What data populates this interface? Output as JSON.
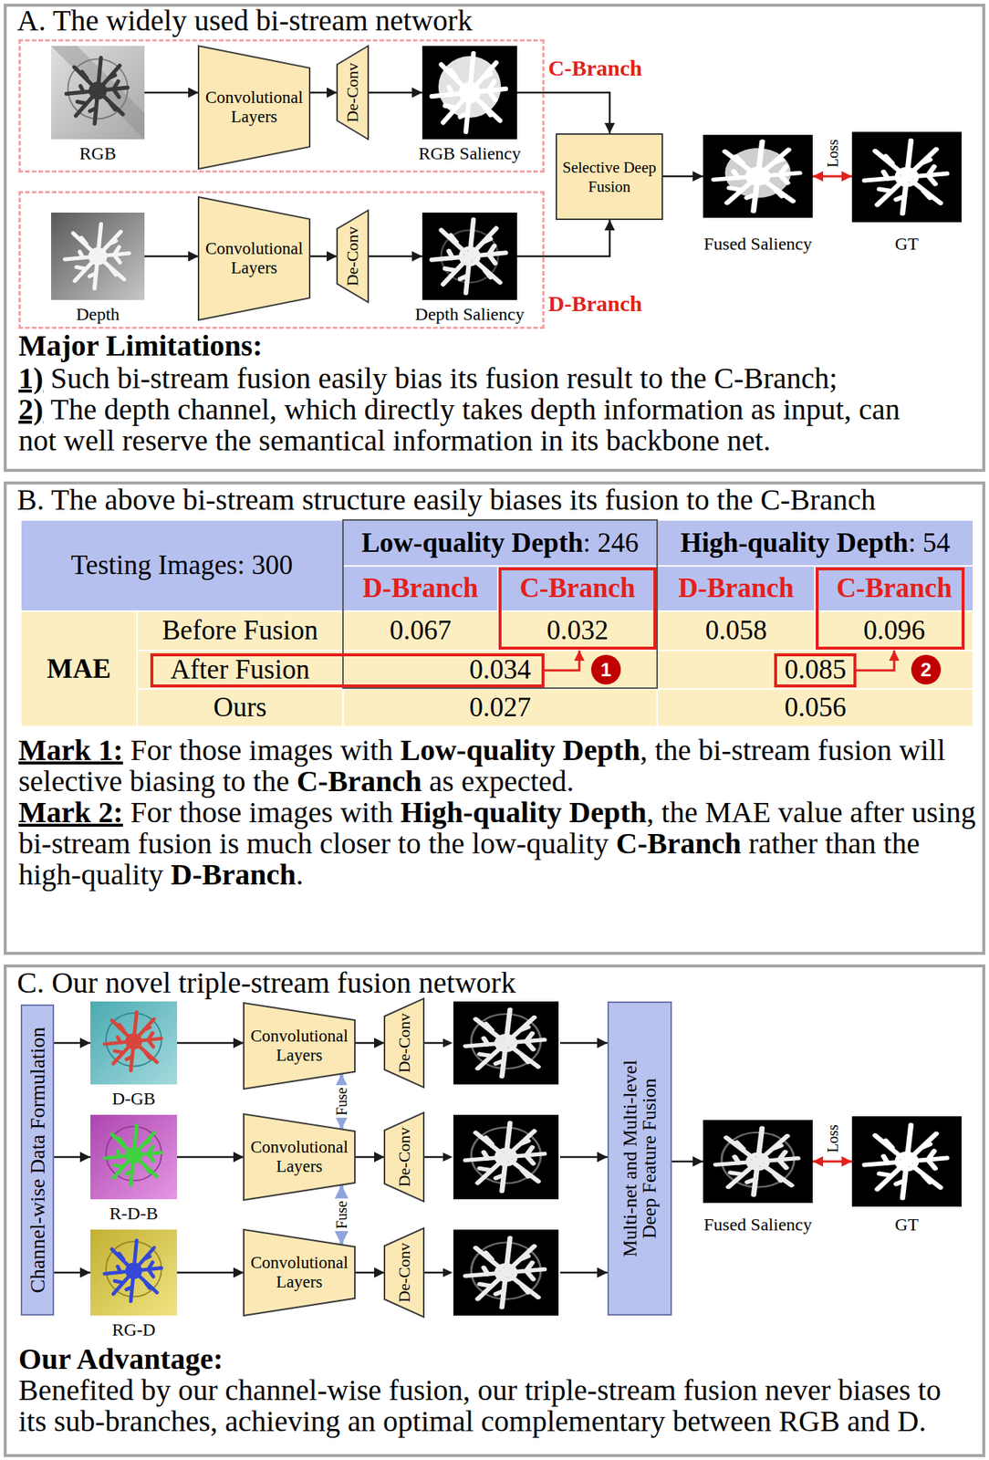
{
  "diagram": {
    "nodes": [
      {
        "text": [
          "A. The widely used bi-stream network"
        ]
      },
      {
        "text": [
          "C-Branch"
        ],
        "in": 0
      },
      {
        "text": [
          "RGB"
        ],
        "in": 1
      },
      {
        "text": [
          "Convolutional Layers"
        ],
        "in": 1
      },
      {
        "text": [
          "De-Conv"
        ],
        "in": 1
      },
      {
        "text": [
          "RGB Saliency"
        ],
        "in": 1
      },
      {
        "text": [
          "Selective Deep Fusion"
        ],
        "in": 0
      },
      {
        "text": [
          "Fused Saliency"
        ],
        "in": 0
      },
      {
        "text": [
          "GT"
        ],
        "in": 0
      },
      {
        "text": [
          "D-Branch"
        ],
        "in": 0
      },
      {
        "text": [
          "Depth"
        ],
        "in": 9
      },
      {
        "text": [
          "Convolutional Layers"
        ],
        "in": 9
      },
      {
        "text": [
          "De-Conv"
        ],
        "in": 9
      },
      {
        "text": [
          "Depth Saliency"
        ],
        "in": 9
      },
      {
        "text": [
          "B. The above bi-stream structure easily biases its fusion to the C-Branch"
        ]
      },
      {
        "text": [
          "1"
        ],
        "in": 14
      },
      {
        "text": [
          "2"
        ],
        "in": 14
      },
      {
        "text": [
          "C. Our novel triple-stream fusion network"
        ]
      },
      {
        "text": [
          "Channel-wise Data Formulation"
        ],
        "in": 17
      },
      {
        "text": [
          "D-GB"
        ],
        "in": 17
      },
      {
        "text": [
          "Convolutional Layers"
        ],
        "in": 17
      },
      {
        "text": [
          "De-Conv"
        ],
        "in": 17
      },
      {
        "text": [
          "R-D-B"
        ],
        "in": 17
      },
      {
        "text": [
          "Convolutional Layers"
        ],
        "in": 17
      },
      {
        "text": [
          "De-Conv"
        ],
        "in": 17
      },
      {
        "text": [
          "RG-D"
        ],
        "in": 17
      },
      {
        "text": [
          "Convolutional Layers"
        ],
        "in": 17
      },
      {
        "text": [
          "De-Conv"
        ],
        "in": 17
      },
      {
        "text": [
          "Multi-net and Multi-level Deep Feature Fusion"
        ],
        "in": 17
      },
      {
        "text": [
          "Fused Saliency"
        ],
        "in": 17
      },
      {
        "text": [
          "GT"
        ],
        "in": 17
      }
    ],
    "edges": [
      {
        "from": 2,
        "to": 3,
        "arrow": "to"
      },
      {
        "from": 3,
        "to": 4,
        "arrow": "to"
      },
      {
        "from": 4,
        "to": 5,
        "arrow": "to"
      },
      {
        "from": 5,
        "to": 6,
        "arrow": "to"
      },
      {
        "from": 6,
        "to": 7,
        "arrow": "to"
      },
      {
        "from": 7,
        "to": 8,
        "label": "Loss",
        "arrow": "both"
      },
      {
        "from": 10,
        "to": 11,
        "arrow": "to"
      },
      {
        "from": 11,
        "to": 12,
        "arrow": "to"
      },
      {
        "from": 12,
        "to": 13,
        "arrow": "to"
      },
      {
        "from": 13,
        "to": 6,
        "arrow": "to"
      },
      {
        "from": 18,
        "to": 19,
        "arrow": "to"
      },
      {
        "from": 18,
        "to": 22,
        "arrow": "to"
      },
      {
        "from": 18,
        "to": 25,
        "arrow": "to"
      },
      {
        "from": 19,
        "to": 20,
        "arrow": "to"
      },
      {
        "from": 20,
        "to": 21,
        "arrow": "to"
      },
      {
        "from": 21,
        "to": 28,
        "arrow": "to"
      },
      {
        "from": 20,
        "to": 23,
        "label": "Fuse",
        "arrow": "both"
      },
      {
        "from": 22,
        "to": 23,
        "arrow": "to"
      },
      {
        "from": 23,
        "to": 24,
        "arrow": "to"
      },
      {
        "from": 24,
        "to": 28,
        "arrow": "to"
      },
      {
        "from": 23,
        "to": 26,
        "label": "Fuse",
        "arrow": "both"
      },
      {
        "from": 25,
        "to": 26,
        "arrow": "to"
      },
      {
        "from": 26,
        "to": 27,
        "arrow": "to"
      },
      {
        "from": 27,
        "to": 28,
        "arrow": "to"
      },
      {
        "from": 28,
        "to": 29,
        "arrow": "to"
      },
      {
        "from": 29,
        "to": 30,
        "label": "Loss",
        "arrow": "both"
      }
    ],
    "labels": [
      "Major Limitations:",
      "1)",
      "Such bi-stream fusion easily bias its fusion result to the C-Branch;",
      "2)",
      "The depth channel, which directly takes depth information as input, can not well reserve the semantical information in its backbone net.",
      "Testing Images: 300",
      "Low-quality Depth",
      ": 246",
      "High-quality Depth",
      ": 54",
      "D-Branch",
      "C-Branch",
      "D-Branch",
      "C-Branch",
      "MAE",
      "Before Fusion",
      "0.067",
      "0.032",
      "0.058",
      "0.096",
      "After Fusion",
      "0.034",
      "0.085",
      "Ours",
      "0.027",
      "0.056",
      "Mark 1:",
      "For those images with",
      "Low-quality Depth",
      ", the bi-stream fusion will selective biasing to the",
      "C-Branch",
      "as expected.",
      "Mark 2:",
      "For those images with",
      "High-quality Depth",
      ", the MAE value after using bi-stream fusion is much closer to the low-quality",
      "C-Branch",
      "rather than the high-quality",
      "D-Branch",
      ".",
      "Our Advantage:",
      "Benefited by our channel-wise fusion, our triple-stream fusion never biases to its sub-branches, achieving an optimal complementary between RGB and D."
    ]
  }
}
